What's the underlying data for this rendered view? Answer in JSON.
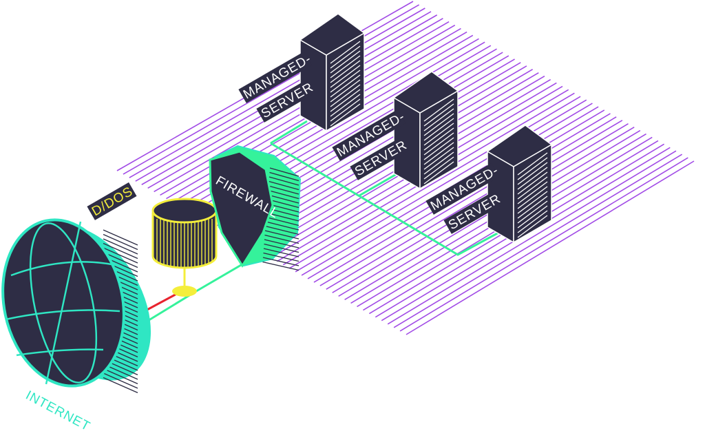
{
  "colors": {
    "dark": "#2e2d45",
    "purple": "#a14be6",
    "green": "#35f29b",
    "teal": "#2fe6c3",
    "yellow": "#f4ee3b",
    "red": "#e8232e"
  },
  "icons": [
    "globe-icon",
    "ddos-cylinder-icon",
    "firewall-shield-icon",
    "server-rack-icon"
  ],
  "labels": {
    "internet": "INTERNET",
    "ddos": "D/DOS",
    "firewall": "FIREWALL",
    "servers": [
      {
        "line1": "MANAGED-",
        "line2": "SERVER"
      },
      {
        "line1": "MANAGED-",
        "line2": "SERVER"
      },
      {
        "line1": "MANAGED-",
        "line2": "SERVER"
      }
    ]
  }
}
